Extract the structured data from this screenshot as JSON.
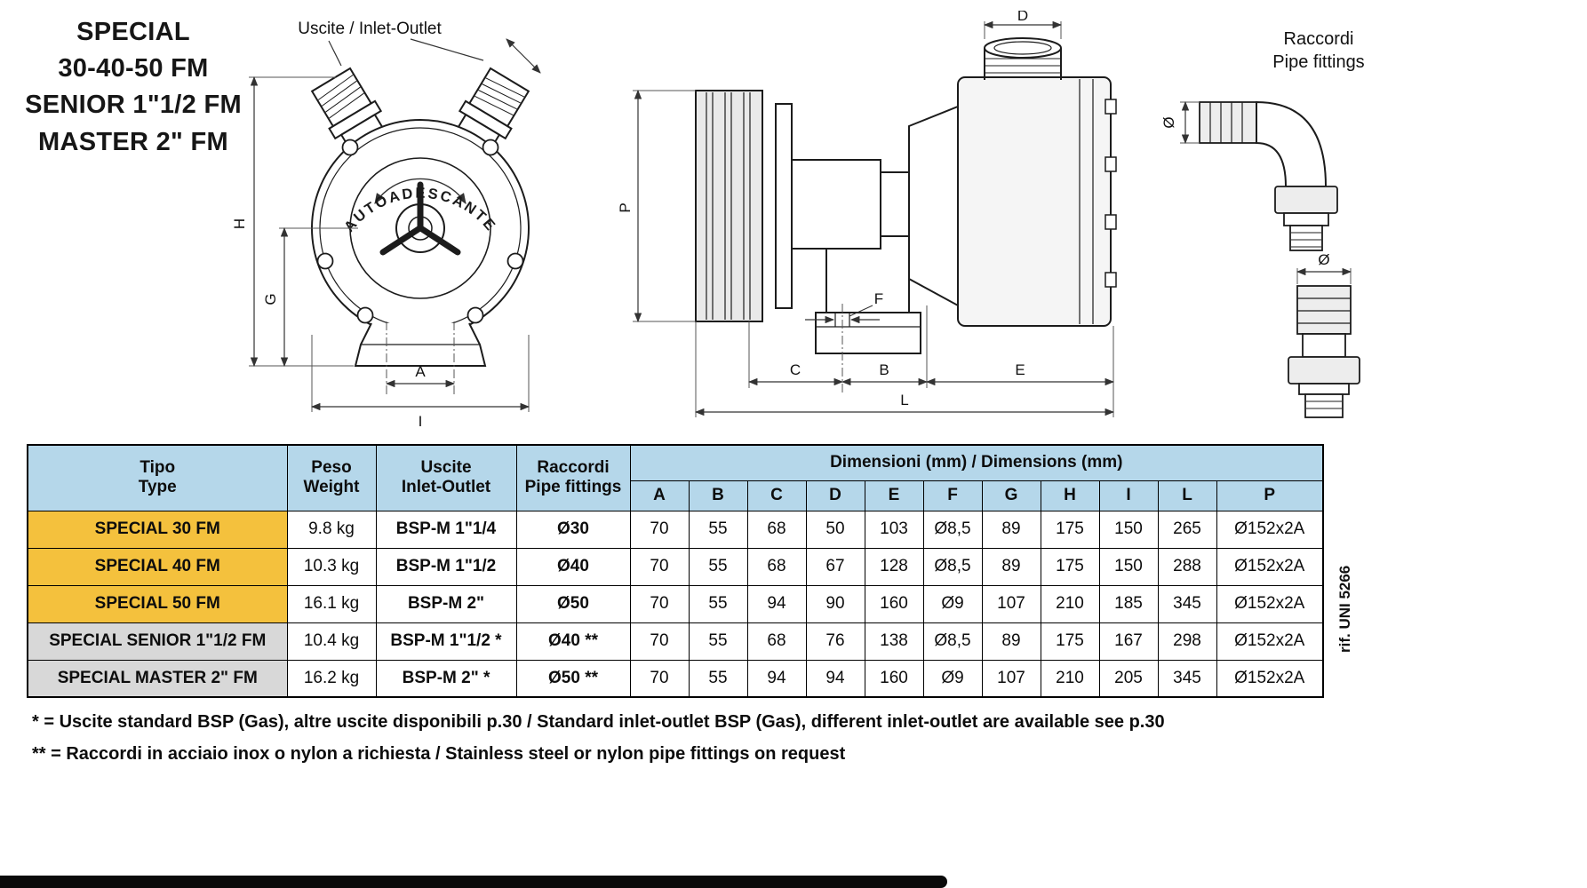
{
  "title": {
    "line1": "SPECIAL",
    "line2": "30-40-50 FM",
    "line3": "SENIOR 1\"1/2 FM",
    "line4": "MASTER 2\" FM"
  },
  "front_view": {
    "callout": "Uscite / Inlet-Outlet",
    "body_text": "AUTOADESCANTE",
    "dims": {
      "h": "H",
      "g": "G",
      "a": "A",
      "i": "I"
    }
  },
  "side_view": {
    "dims": {
      "p": "P",
      "c": "C",
      "b": "B",
      "e": "E",
      "l": "L",
      "f": "F",
      "d": "D"
    }
  },
  "fittings": {
    "label_line1": "Raccordi",
    "label_line2": "Pipe fittings",
    "dia_elbow": "Ø",
    "dia_straight": "Ø"
  },
  "table": {
    "colors": {
      "header_bg": "#b5d7ea",
      "highlight_yellow": "#f4c13d",
      "highlight_gray": "#d8d8d8"
    },
    "header": {
      "tipo_line1": "Tipo",
      "tipo_line2": "Type",
      "peso_line1": "Peso",
      "peso_line2": "Weight",
      "uscite_line1": "Uscite",
      "uscite_line2": "Inlet-Outlet",
      "raccordi_line1": "Raccordi",
      "raccordi_line2": "Pipe fittings",
      "dimensioni": "Dimensioni (mm) / Dimensions (mm)",
      "dim_cols": [
        "A",
        "B",
        "C",
        "D",
        "E",
        "F",
        "G",
        "H",
        "I",
        "L",
        "P"
      ]
    },
    "rows": [
      {
        "tipo": "SPECIAL 30 FM",
        "peso": "9.8 kg",
        "uscite": "BSP-M 1\"1/4",
        "raccordi": "Ø30",
        "dims": [
          "70",
          "55",
          "68",
          "50",
          "103",
          "Ø8,5",
          "89",
          "175",
          "150",
          "265",
          "Ø152x2A"
        ],
        "highlight": "yellow"
      },
      {
        "tipo": "SPECIAL 40 FM",
        "peso": "10.3 kg",
        "uscite": "BSP-M 1\"1/2",
        "raccordi": "Ø40",
        "dims": [
          "70",
          "55",
          "68",
          "67",
          "128",
          "Ø8,5",
          "89",
          "175",
          "150",
          "288",
          "Ø152x2A"
        ],
        "highlight": "yellow"
      },
      {
        "tipo": "SPECIAL 50 FM",
        "peso": "16.1 kg",
        "uscite": "BSP-M 2\"",
        "raccordi": "Ø50",
        "dims": [
          "70",
          "55",
          "94",
          "90",
          "160",
          "Ø9",
          "107",
          "210",
          "185",
          "345",
          "Ø152x2A"
        ],
        "highlight": "yellow"
      },
      {
        "tipo": "SPECIAL SENIOR 1\"1/2 FM",
        "peso": "10.4 kg",
        "uscite": "BSP-M 1\"1/2 *",
        "raccordi": "Ø40 **",
        "dims": [
          "70",
          "55",
          "68",
          "76",
          "138",
          "Ø8,5",
          "89",
          "175",
          "167",
          "298",
          "Ø152x2A"
        ],
        "highlight": "gray"
      },
      {
        "tipo": "SPECIAL MASTER 2\" FM",
        "peso": "16.2 kg",
        "uscite": "BSP-M 2\" *",
        "raccordi": "Ø50 **",
        "dims": [
          "70",
          "55",
          "94",
          "94",
          "160",
          "Ø9",
          "107",
          "210",
          "205",
          "345",
          "Ø152x2A"
        ],
        "highlight": "gray"
      }
    ],
    "side_note": "rif. UNI 5266"
  },
  "footnotes": {
    "note1": "* = Uscite standard BSP (Gas), altre uscite disponibili p.30 / Standard inlet-outlet BSP (Gas), different inlet-outlet are available see p.30",
    "note2": "** = Raccordi in acciaio inox o nylon a richiesta / Stainless steel or nylon pipe fittings on request"
  }
}
